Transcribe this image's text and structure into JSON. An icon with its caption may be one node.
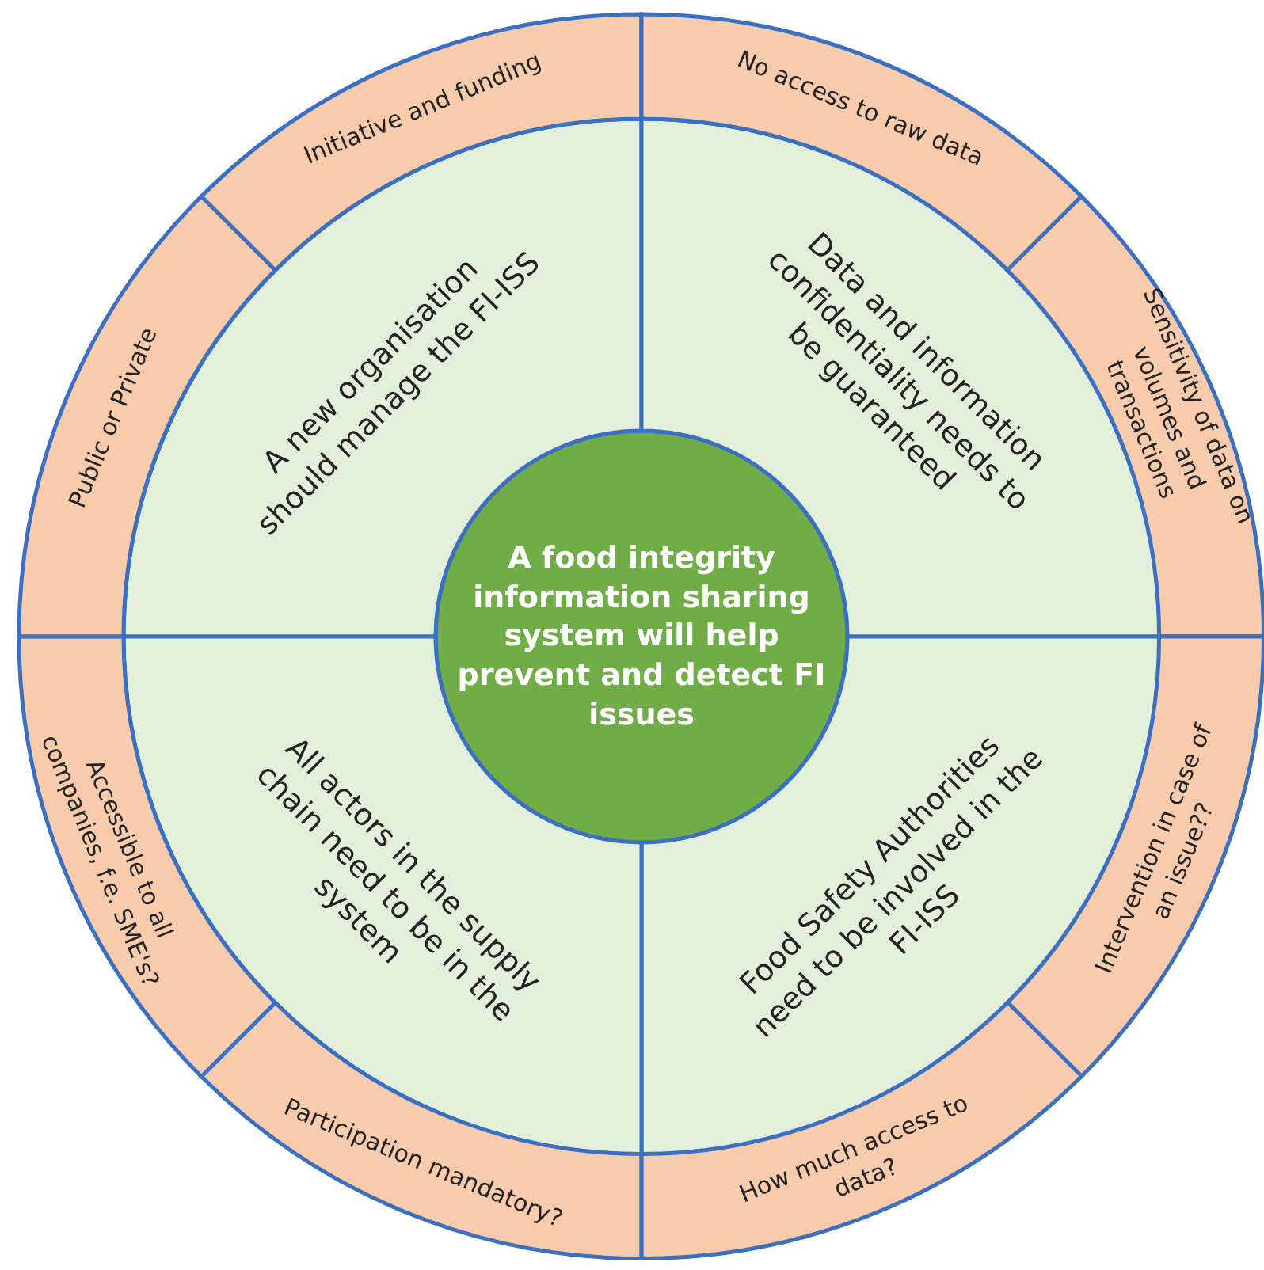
{
  "diagram": {
    "nodes": [
      {
        "text": [
          "A food integrity information sharing system will help prevent and detect FI issues"
        ]
      },
      {
        "text": [
          "A new organisation should manage the FI-ISS"
        ]
      },
      {
        "text": [
          "Data and information confidentiality needs to be guaranteed"
        ]
      },
      {
        "text": [
          "Food Safety Authorities need to be involved in the FI-ISS"
        ]
      },
      {
        "text": [
          "All actors in the supply chain need to be in the system"
        ]
      },
      {
        "text": [
          "Initiative and funding"
        ]
      },
      {
        "text": [
          "No access to raw data"
        ]
      },
      {
        "text": [
          "Sensitivity of data on volumes and transactions"
        ]
      },
      {
        "text": [
          "Intervention in case of an issue??"
        ]
      },
      {
        "text": [
          "How much access to data?"
        ]
      },
      {
        "text": [
          "Participation mandatory?"
        ]
      },
      {
        "text": [
          "Accessible to all companies, f.e. SME's?"
        ]
      },
      {
        "text": [
          "Public or Private"
        ]
      }
    ],
    "edges": []
  }
}
